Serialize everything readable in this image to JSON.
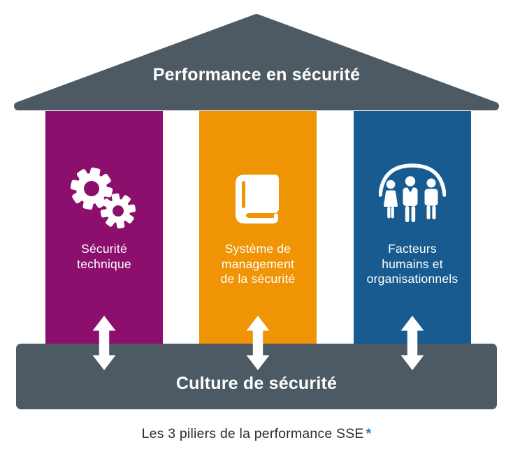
{
  "colors": {
    "roof_and_base": "#4D5A63",
    "pillar_technical": "#8D0F6D",
    "pillar_management": "#EF9405",
    "pillar_human": "#175B90",
    "text_on_dark": "#FFFFFF",
    "caption_text": "#2D2D2D",
    "caption_asterisk": "#2E7FC2"
  },
  "roof": {
    "label": "Performance en sécurité"
  },
  "pillars": [
    {
      "id": "technical",
      "icon": "gears-icon",
      "label": "Sécurité\ntechnique"
    },
    {
      "id": "management",
      "icon": "book-icon",
      "label": "Système de\nmanagement\nde la sécurité"
    },
    {
      "id": "human",
      "icon": "people-icon",
      "label": "Facteurs\nhumains et\norganisationnels"
    }
  ],
  "base": {
    "label": "Culture de sécurité"
  },
  "caption": {
    "text": "Les 3 piliers de la performance SSE",
    "asterisk": "*"
  }
}
